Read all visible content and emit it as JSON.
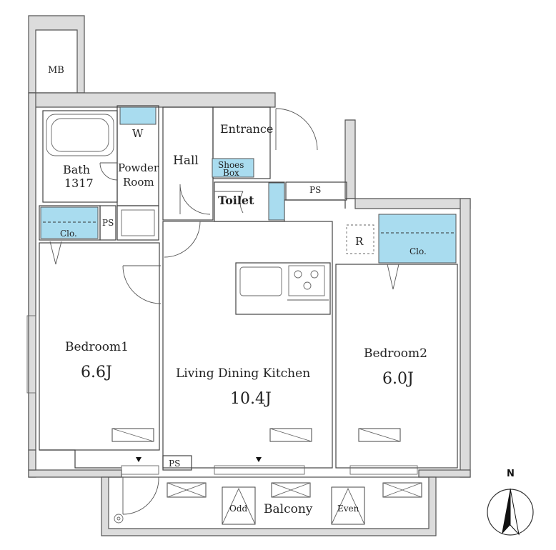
{
  "rooms": {
    "mb": "MB",
    "bath": "Bath",
    "bath_size": "1317",
    "powder": "Powder",
    "powder2": "Room",
    "washer": "W",
    "hall": "Hall",
    "entrance": "Entrance",
    "shoes": "Shoes",
    "shoes2": "Box",
    "toilet": "Toilet",
    "ps_top": "PS",
    "ps_left": "PS",
    "ps_bottom": "PS",
    "clo_left": "Clo.",
    "clo_right": "Clo.",
    "refrigerator": "R",
    "bedroom1": "Bedroom1",
    "bedroom1_size": "6.6J",
    "ldk": "Living Dining Kitchen",
    "ldk_size": "10.4J",
    "bedroom2": "Bedroom2",
    "bedroom2_size": "6.0J",
    "balcony": "Balcony",
    "odd": "Odd",
    "even": "Even"
  },
  "compass": {
    "north": "N"
  },
  "colors": {
    "storage": "#a9dcef",
    "wall": "#dcdcdc"
  }
}
